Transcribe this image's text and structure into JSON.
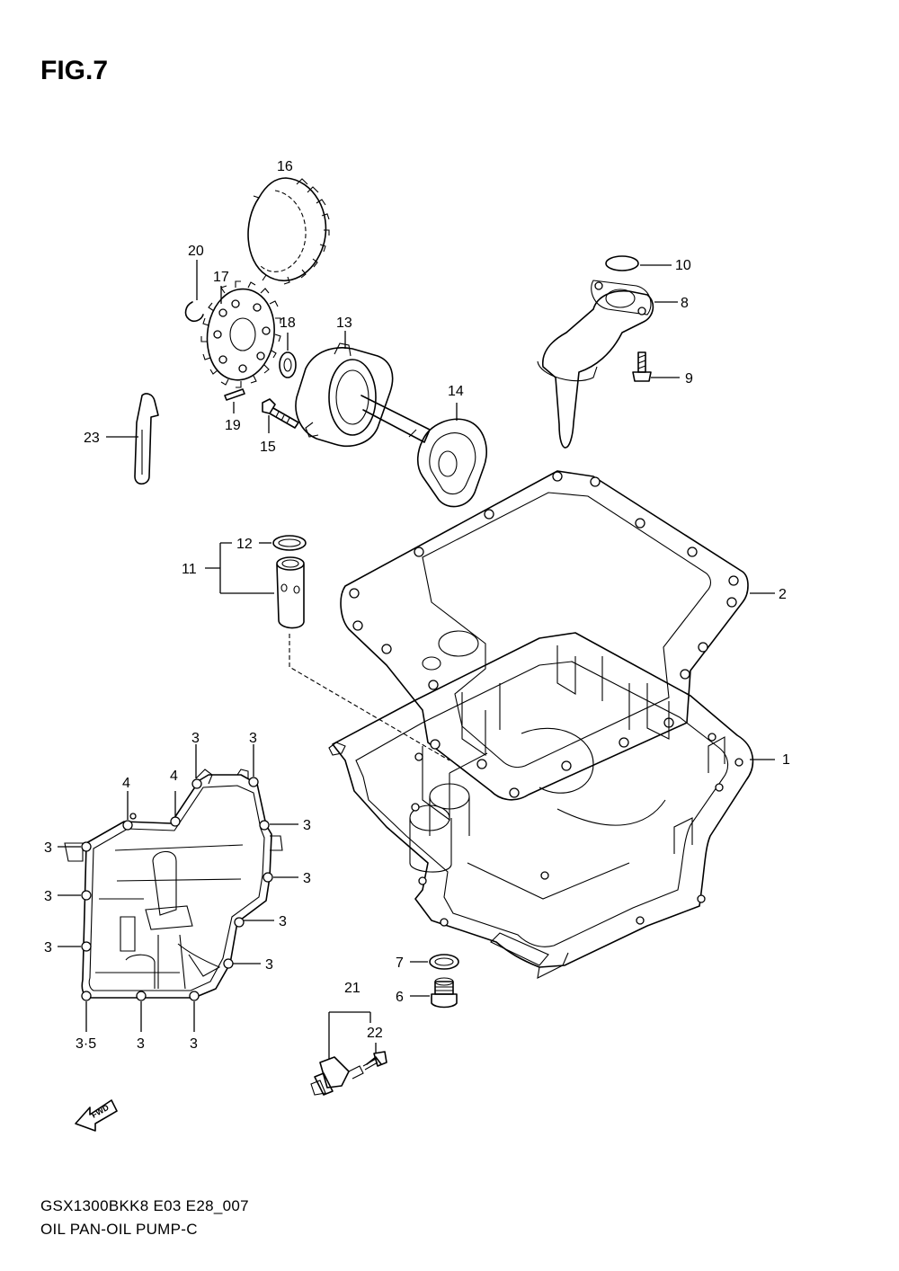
{
  "figure": {
    "title": "FIG.7",
    "model_code": "GSX1300BKK8 E03 E28_007",
    "assembly_name": "OIL PAN-OIL PUMP-C",
    "fwd_label": "FWD"
  },
  "callouts": {
    "c1": "1",
    "c2": "2",
    "c3": "3",
    "c3_5": "3·5",
    "c4": "4",
    "c6": "6",
    "c7": "7",
    "c8": "8",
    "c9": "9",
    "c10": "10",
    "c11": "11",
    "c12": "12",
    "c13": "13",
    "c14": "14",
    "c15": "15",
    "c16": "16",
    "c17": "17",
    "c18": "18",
    "c19": "19",
    "c20": "20",
    "c21": "21",
    "c22": "22",
    "c23": "23"
  },
  "colors": {
    "line": "#000000",
    "background": "#ffffff"
  }
}
